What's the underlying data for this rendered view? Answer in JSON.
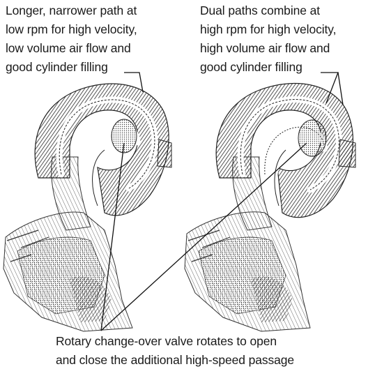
{
  "captions": {
    "low_rpm": [
      "Longer, narrower path at",
      "low rpm for high velocity,",
      "low volume air flow and",
      "good cylinder filling"
    ],
    "high_rpm": [
      "Dual paths combine at",
      "high rpm for high velocity,",
      "high volume air flow and",
      "good cylinder filling"
    ],
    "valve": [
      "Rotary change-over valve rotates to open",
      "and close the additional high-speed passage"
    ]
  }
}
